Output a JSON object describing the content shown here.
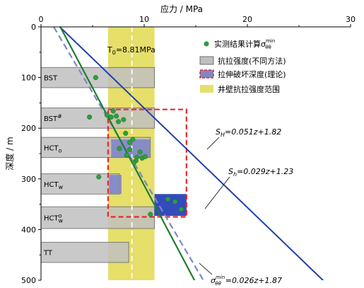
{
  "chart_data": {
    "type": "scatter",
    "x_axis": {
      "label": "应力 / MPa",
      "lim": [
        0,
        30
      ],
      "ticks": [
        0,
        10,
        20,
        30
      ],
      "position": "top"
    },
    "y_axis": {
      "label": "深度 / m",
      "lim": [
        0,
        500
      ],
      "ticks": [
        0,
        100,
        200,
        300,
        400,
        500
      ],
      "inverted": true
    },
    "grid": false,
    "colors": {
      "points": "#2e9e3e",
      "method_box": "#bfbfbf",
      "failure_box": "#7f86c6",
      "failure_border": "#e8282b",
      "borehole_band": "#e6df6a",
      "line_SH": "#1f3fae",
      "line_Sh": "#7f86c6",
      "line_sigma": "#1e7d2e",
      "T0_line": "#ffffff"
    },
    "T0": {
      "label": "T0=8.81MPa",
      "value": 8.81
    },
    "borehole_band": {
      "x_range": [
        6.5,
        11
      ]
    },
    "method_bars": [
      {
        "label": "BST",
        "depth_range": [
          80,
          120
        ],
        "x_max": 11
      },
      {
        "label": "BST#",
        "depth_range": [
          160,
          200
        ],
        "x_max": 11
      },
      {
        "label": "HCTo",
        "depth_range": [
          218,
          258
        ],
        "x_max": 10.6
      },
      {
        "label": "HCTw",
        "depth_range": [
          290,
          330
        ],
        "x_max": 7.6
      },
      {
        "label": "HCTow",
        "depth_range": [
          355,
          398
        ],
        "x_max": 11
      },
      {
        "label": "TT",
        "depth_range": [
          425,
          465
        ],
        "x_max": 8.5
      }
    ],
    "failure_zone": {
      "x_range": [
        6.5,
        14.1
      ],
      "depth_range": [
        163,
        375
      ]
    },
    "failure_fill_blocks": [
      {
        "x_range": [
          6.8,
          10.6
        ],
        "depth_range": [
          222,
          258
        ]
      },
      {
        "x_range": [
          6.6,
          7.8
        ],
        "depth_range": [
          292,
          330
        ]
      },
      {
        "x_range": [
          11,
          14.1
        ],
        "depth_range": [
          330,
          373
        ]
      }
    ],
    "points": [
      {
        "x": 5.3,
        "y": 100
      },
      {
        "x": 6.4,
        "y": 174
      },
      {
        "x": 7.0,
        "y": 166
      },
      {
        "x": 6.8,
        "y": 178
      },
      {
        "x": 7.3,
        "y": 176
      },
      {
        "x": 4.7,
        "y": 178
      },
      {
        "x": 7.5,
        "y": 187
      },
      {
        "x": 8.0,
        "y": 183
      },
      {
        "x": 8.2,
        "y": 210
      },
      {
        "x": 8.9,
        "y": 222
      },
      {
        "x": 8.6,
        "y": 228
      },
      {
        "x": 7.6,
        "y": 240
      },
      {
        "x": 8.6,
        "y": 242
      },
      {
        "x": 9.6,
        "y": 247
      },
      {
        "x": 8.3,
        "y": 253
      },
      {
        "x": 9.3,
        "y": 257
      },
      {
        "x": 9.8,
        "y": 259
      },
      {
        "x": 10.1,
        "y": 256
      },
      {
        "x": 9.2,
        "y": 264
      },
      {
        "x": 9.0,
        "y": 268
      },
      {
        "x": 5.6,
        "y": 296
      },
      {
        "x": 10.6,
        "y": 370
      },
      {
        "x": 12.3,
        "y": 340
      },
      {
        "x": 13.0,
        "y": 345
      },
      {
        "x": 13.6,
        "y": 360
      }
    ],
    "lines": [
      {
        "name": "SH",
        "equation": "S_H=0.051z+1.82",
        "slope": 0.051,
        "intercept": 1.82
      },
      {
        "name": "Sh",
        "equation": "S_h=0.029z+1.23",
        "slope": 0.029,
        "intercept": 1.23,
        "dashed": true
      },
      {
        "name": "sigma_min",
        "equation": "σ_θθ^min=0.026z+1.87",
        "slope": 0.026,
        "intercept": 1.87
      }
    ],
    "legend": {
      "placement": "top-right",
      "entries": [
        {
          "symbol": "point",
          "label_main": "实测结果计算σ",
          "label_sup": "min",
          "label_sub": "θθ"
        },
        {
          "symbol": "gray-box",
          "label_main": "抗拉强度(不同方法)"
        },
        {
          "symbol": "failure-box",
          "label_main": "拉伸破坏深度(理论)"
        },
        {
          "symbol": "band",
          "label_main": "井壁抗拉强度范围"
        }
      ]
    },
    "annotations": {
      "T0_label": {
        "main": "T",
        "sub": "0",
        "rest": "=8.81MPa"
      },
      "SH": {
        "main": "S",
        "sub": "H",
        "rest": "=0.051z+1.82"
      },
      "Sh": {
        "main": "S",
        "sub": "h",
        "rest": "=0.029z+1.23"
      },
      "sigma": {
        "main": "σ",
        "sup": "min",
        "sub": "θθ",
        "rest": "=0.026z+1.87"
      }
    }
  }
}
